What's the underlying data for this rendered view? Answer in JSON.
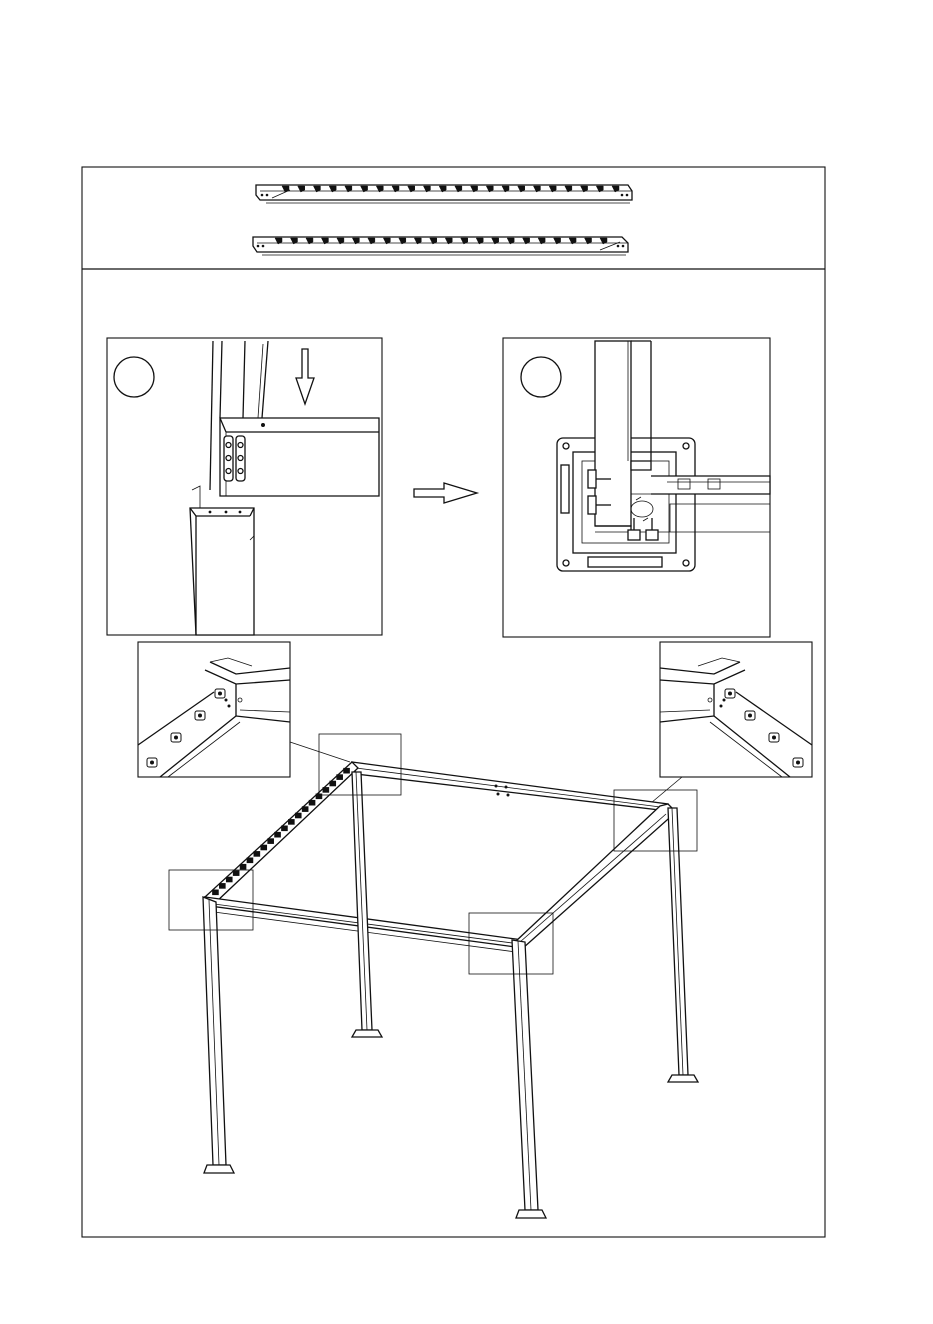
{
  "page": {
    "title": "",
    "background": "#ffffff",
    "line_color": "#111111"
  },
  "parts_panel": {
    "beams": [
      {
        "name": "louvre-beam-upper"
      },
      {
        "name": "louvre-beam-lower"
      }
    ]
  },
  "detail_views": [
    {
      "name": "detail-1",
      "step_circle_label": ""
    },
    {
      "name": "detail-2",
      "step_circle_label": ""
    }
  ],
  "arrows": [
    {
      "name": "downward-arrow"
    },
    {
      "name": "right-arrow"
    }
  ],
  "corner_insets": [
    {
      "name": "corner-inset-left"
    },
    {
      "name": "corner-inset-right"
    }
  ],
  "callout_boxes": 4,
  "frame": {
    "posts": 4,
    "top_beams": 4,
    "louvre_brackets": 20
  }
}
